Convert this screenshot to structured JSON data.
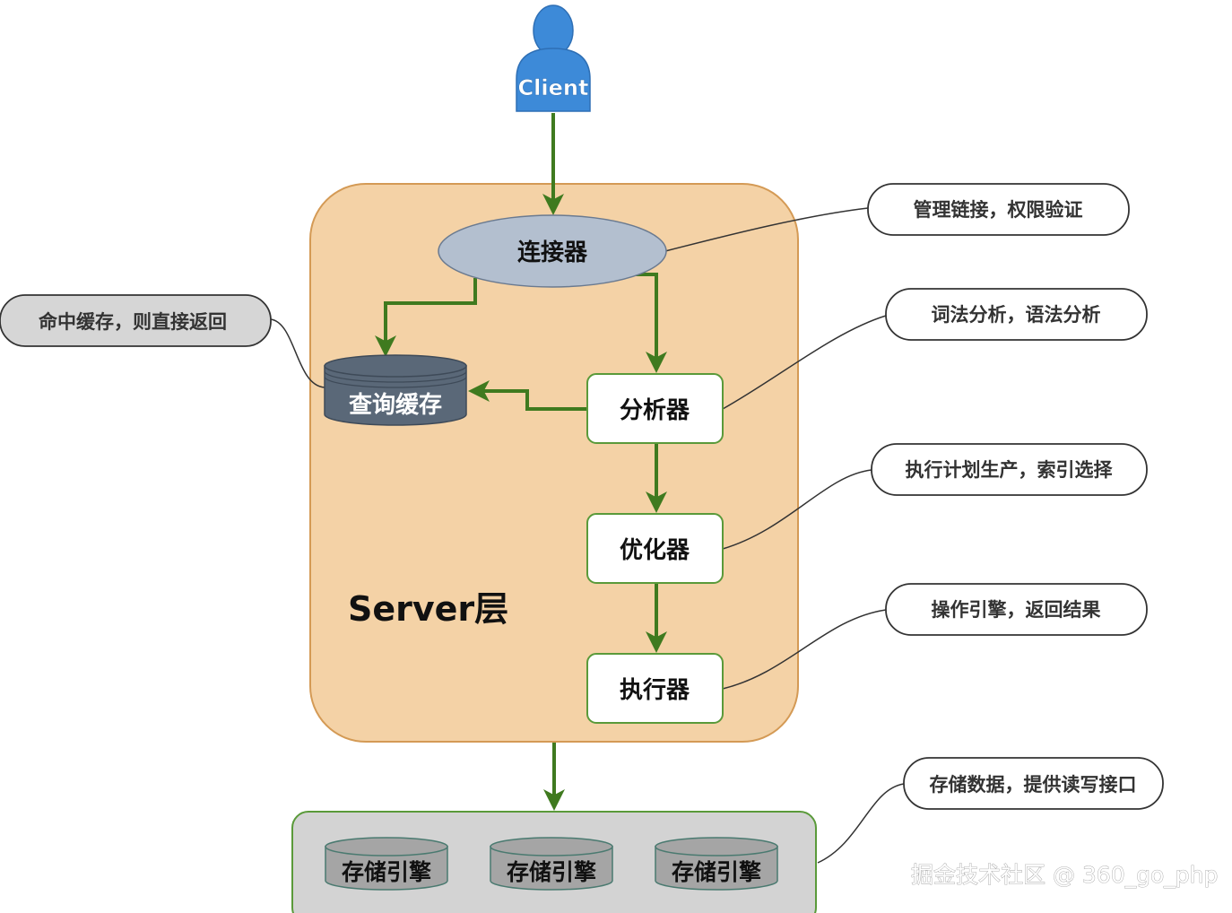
{
  "diagram": {
    "client": {
      "label": "Client"
    },
    "server_layer": {
      "label": "Server层"
    },
    "nodes": {
      "connector": "连接器",
      "query_cache": "查询缓存",
      "analyzer": "分析器",
      "optimizer": "优化器",
      "executor": "执行器"
    },
    "storage_engines": [
      "存储引擎",
      "存储引擎",
      "存储引擎"
    ],
    "notes": {
      "connector": "管理链接，权限验证",
      "query_cache": "命中缓存，则直接返回",
      "analyzer": "词法分析，语法分析",
      "optimizer": "执行计划生产，索引选择",
      "executor": "操作引擎，返回结果",
      "storage": "存储数据，提供读写接口"
    },
    "watermark": "掘金技术社区 @ 360_go_php",
    "colors": {
      "client": "#3d8ad8",
      "server_bg": "#f4d2a6",
      "server_border": "#d49a55",
      "connector_fill": "#b3bfcf",
      "cache_fill": "#5a6878",
      "arrow": "#3f7a1f",
      "storage_bg": "#d3d3d3",
      "engine_fill": "#a5a5a5"
    }
  }
}
